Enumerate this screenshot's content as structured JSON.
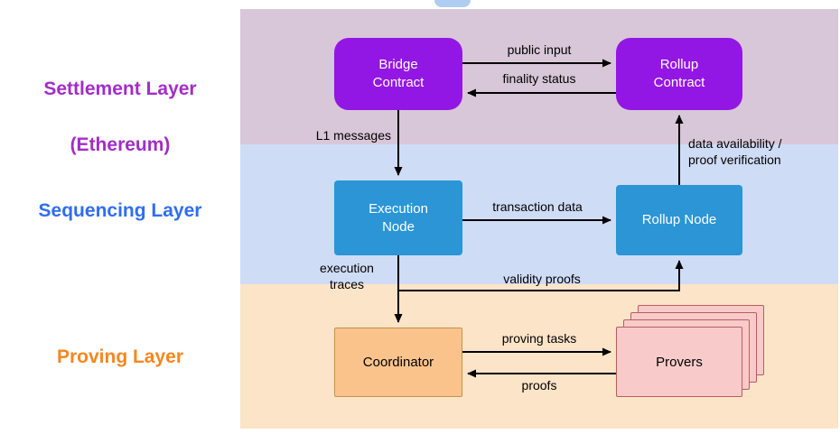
{
  "layers": [
    {
      "label": "Settlement Layer",
      "sublabel": "(Ethereum)",
      "text_color": "#a32cc9",
      "band_color": "#d8c7d8"
    },
    {
      "label": "Sequencing Layer",
      "sublabel": "",
      "text_color": "#2f6df0",
      "band_color": "#cfdcf6"
    },
    {
      "label": "Proving Layer",
      "sublabel": "",
      "text_color": "#f6871f",
      "band_color": "#fce4c9"
    }
  ],
  "nodes": {
    "bridge_contract": {
      "label": "Bridge\nContract",
      "fill": "#9317e4",
      "text_color": "#ffffff"
    },
    "rollup_contract": {
      "label": "Rollup\nContract",
      "fill": "#9317e4",
      "text_color": "#ffffff"
    },
    "execution_node": {
      "label": "Execution\nNode",
      "fill": "#2b95d6",
      "text_color": "#ffffff"
    },
    "rollup_node": {
      "label": "Rollup Node",
      "fill": "#2b95d6",
      "text_color": "#ffffff"
    },
    "coordinator": {
      "label": "Coordinator",
      "fill": "#fbc38c",
      "stroke": "#c79246",
      "text_color": "#000000"
    },
    "provers": {
      "label": "Provers",
      "fill": "#f8cbca",
      "stroke": "#bb5d5b",
      "text_color": "#000000"
    }
  },
  "edges": {
    "public_input": "public input",
    "finality_status": "finality status",
    "l1_messages": "L1 messages",
    "transaction_data": "transaction data",
    "data_availability": "data availability /\nproof verification",
    "execution_traces": "execution\ntraces",
    "validity_proofs": "validity proofs",
    "proving_tasks": "proving tasks",
    "proofs": "proofs"
  },
  "arrow_color": "#000000"
}
